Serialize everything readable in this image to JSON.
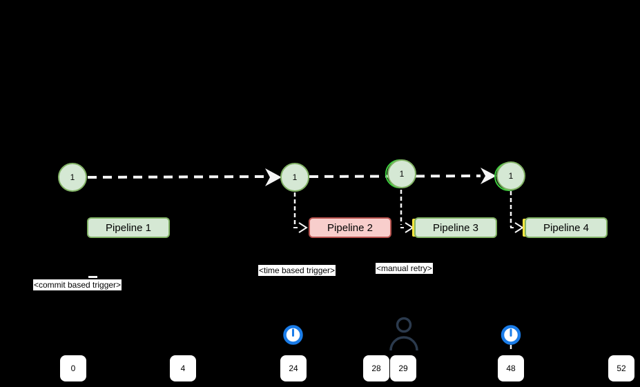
{
  "colors": {
    "background": "#000000",
    "node_fill": "#d5e8d4",
    "node_stroke": "#82b366",
    "pipeline_green_fill": "#d5e8d4",
    "pipeline_green_stroke": "#82b366",
    "pipeline_red_fill": "#f8cecc",
    "pipeline_red_stroke": "#b85450",
    "connector": "#f5f5f5",
    "highlight_green": "#3ecf3e",
    "highlight_yellow": "#f4e540",
    "clock_blue": "#1a7ce8",
    "person_color": "#2b3a4d",
    "marker_fill": "#ffffff"
  },
  "nodes": [
    {
      "label": "1"
    },
    {
      "label": "1"
    },
    {
      "label": "1"
    },
    {
      "label": "1"
    }
  ],
  "pipelines": [
    {
      "label": "Pipeline 1",
      "status": "green"
    },
    {
      "label": "Pipeline 2",
      "status": "red"
    },
    {
      "label": "Pipeline 3",
      "status": "green"
    },
    {
      "label": "Pipeline 4",
      "status": "green"
    }
  ],
  "triggers": [
    {
      "label": "<commit based trigger>"
    },
    {
      "label": "<time based trigger>"
    },
    {
      "label": "<manual retry>"
    }
  ],
  "timeline": {
    "markers": [
      {
        "value": "0"
      },
      {
        "value": "4"
      },
      {
        "value": "24"
      },
      {
        "value": "28"
      },
      {
        "value": "29"
      },
      {
        "value": "48"
      },
      {
        "value": "52"
      }
    ],
    "icons": [
      {
        "name": "clock-icon"
      },
      {
        "name": "person-icon"
      },
      {
        "name": "clock-icon"
      }
    ]
  }
}
